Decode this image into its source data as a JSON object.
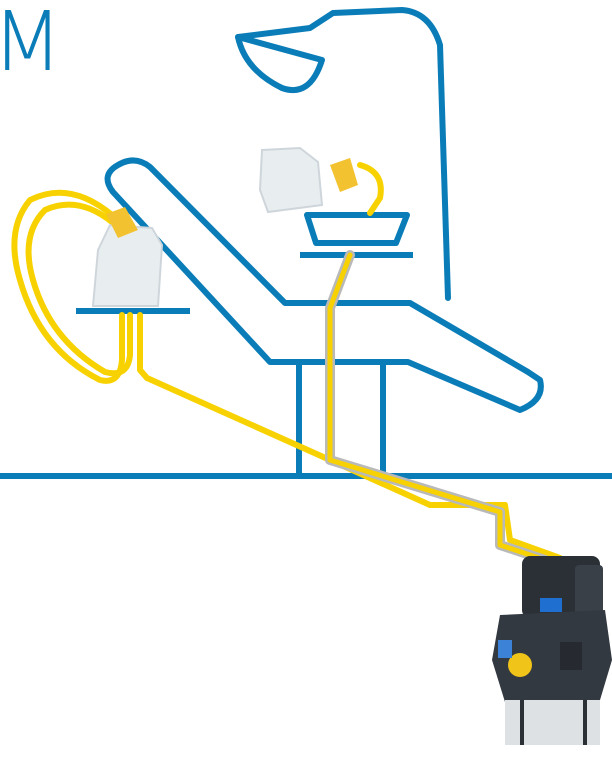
{
  "brand": {
    "letter": "M"
  },
  "colors": {
    "outline": "#0a7db8",
    "tube": "#f7d200",
    "tube_grey": "#b9b9b9",
    "bottle": "#e8edf0",
    "bottle_cap": "#f2c230",
    "machine_body": "#2b3036",
    "machine_knob": "#f0c419",
    "machine_badge": "#1e6fd0"
  },
  "icons": {
    "chair": "dental-chair-outline",
    "lamp": "dental-lamp-outline",
    "spittoon": "spittoon-bowl",
    "bottle": "collection-bottle",
    "machine": "suction-unit"
  }
}
